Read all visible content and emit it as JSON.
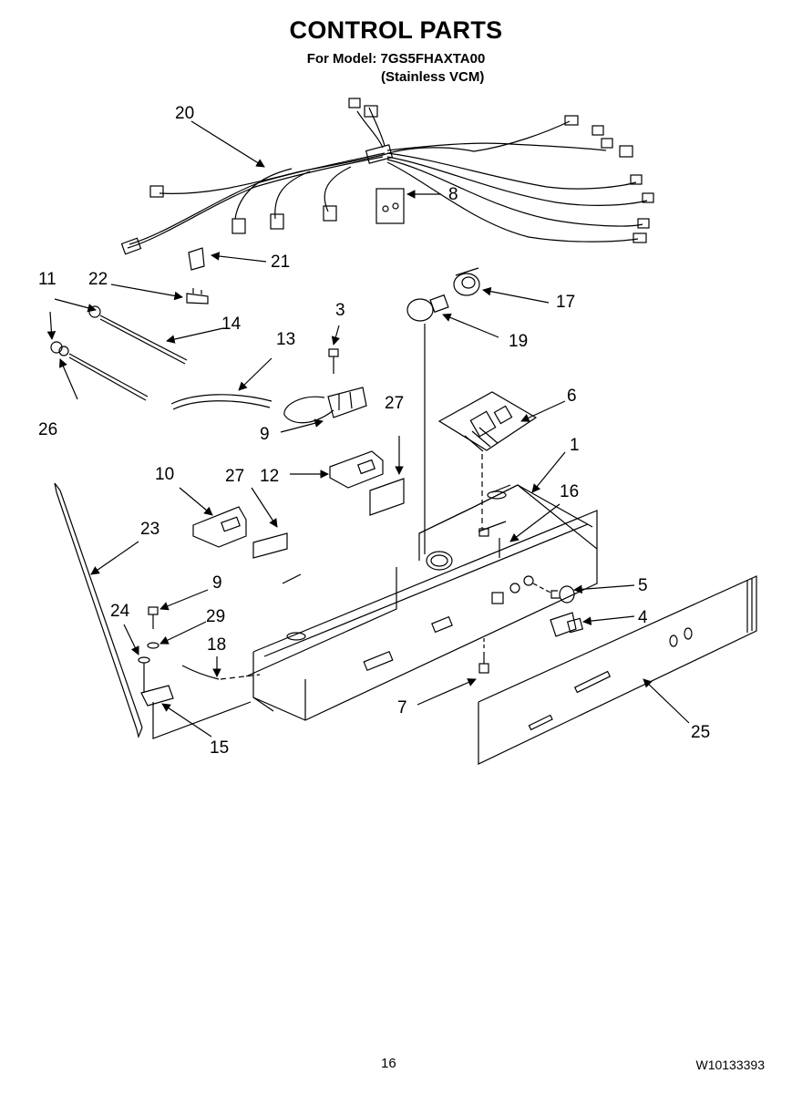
{
  "header": {
    "title": "CONTROL PARTS",
    "model_line": "For Model: 7GS5FHAXTA00",
    "variant": "(Stainless VCM)"
  },
  "callouts": [
    "20",
    "8",
    "21",
    "22",
    "11",
    "14",
    "3",
    "13",
    "17",
    "19",
    "26",
    "9",
    "27",
    "6",
    "10",
    "27",
    "12",
    "1",
    "16",
    "23",
    "9",
    "5",
    "24",
    "29",
    "4",
    "18",
    "7",
    "25",
    "15"
  ],
  "footer": {
    "page_number": "16",
    "doc_number": "W10133393"
  }
}
